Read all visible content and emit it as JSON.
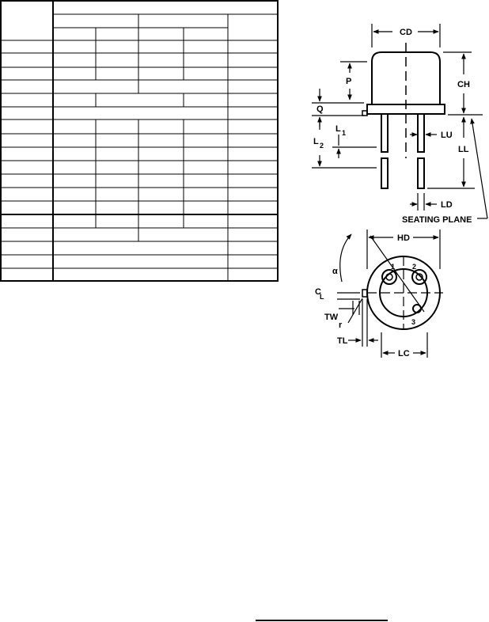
{
  "figure": {
    "labels": {
      "cd": "CD",
      "ch": "CH",
      "p": "P",
      "q": "Q",
      "l1_main": "L",
      "l1_sub": "1",
      "l2_main": "L",
      "l2_sub": "2",
      "lu": "LU",
      "ll": "LL",
      "ld": "LD",
      "seating_plane": "SEATING PLANE",
      "hd": "HD",
      "alpha": "α",
      "cl_main": "C",
      "cl_sub": "L",
      "pin1": "1",
      "pin2": "2",
      "pin3": "3",
      "tw": "TW",
      "r": "r",
      "tl": "TL",
      "lc": "LC"
    }
  }
}
